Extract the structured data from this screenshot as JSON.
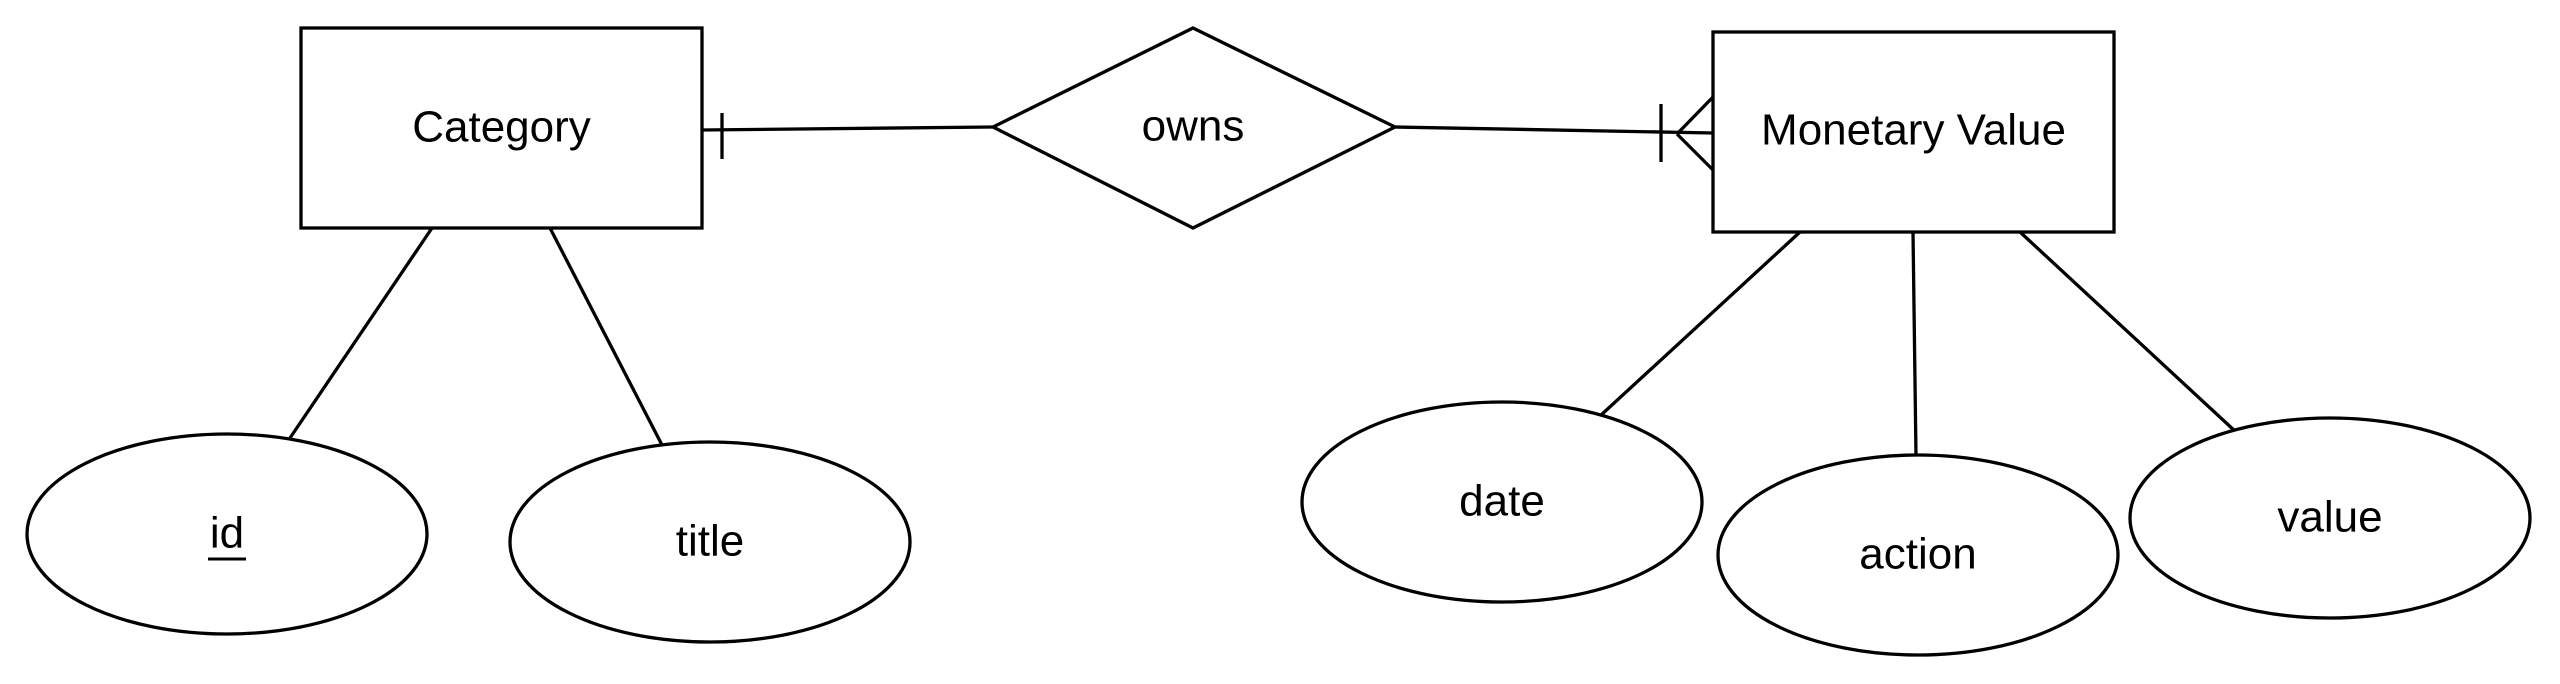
{
  "entities": {
    "category": {
      "label": "Category"
    },
    "monetary_value": {
      "label": "Monetary Value"
    }
  },
  "relationship": {
    "label": "owns",
    "category_cardinality": "one",
    "monetary_value_cardinality": "one-or-many"
  },
  "attributes": {
    "category_id": {
      "label": "id",
      "primary_key": true
    },
    "category_title": {
      "label": "title"
    },
    "mv_date": {
      "label": "date"
    },
    "mv_action": {
      "label": "action"
    },
    "mv_value": {
      "label": "value"
    }
  }
}
